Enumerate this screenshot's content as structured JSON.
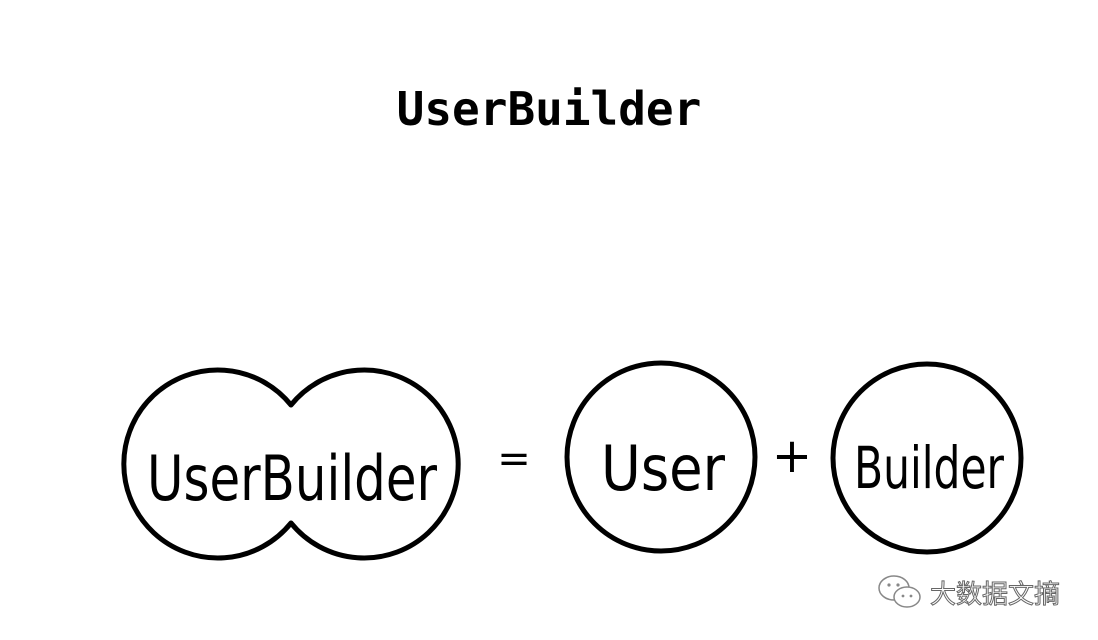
{
  "title": "UserBuilder",
  "diagram": {
    "combined_label": "UserBuilder",
    "equals_sign": "=",
    "left_term_label": "User",
    "plus_sign": "+",
    "right_term_label": "Builder"
  },
  "watermark": {
    "icon": "wechat-icon",
    "text": "大数据文摘"
  },
  "colors": {
    "stroke": "#000000",
    "background": "#ffffff"
  }
}
